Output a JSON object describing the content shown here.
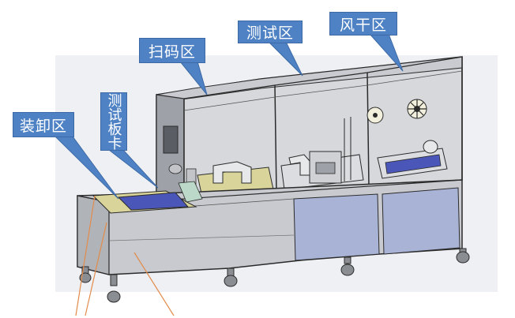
{
  "labels": {
    "loading_zone": "装卸区",
    "test_board": "测试板卡",
    "scan_zone": "扫码区",
    "test_zone": "测试区",
    "dry_zone": "风干区"
  },
  "colors": {
    "callout_fill": "#4f82c4",
    "frame_line": "#2b2b2b",
    "panel_grey": "#bfbfbf",
    "glass_blue": "#a9b3d6",
    "board_blue": "#4a57b8",
    "tray_yellow": "#d9d49a",
    "leader_orange": "#e38b4a"
  }
}
